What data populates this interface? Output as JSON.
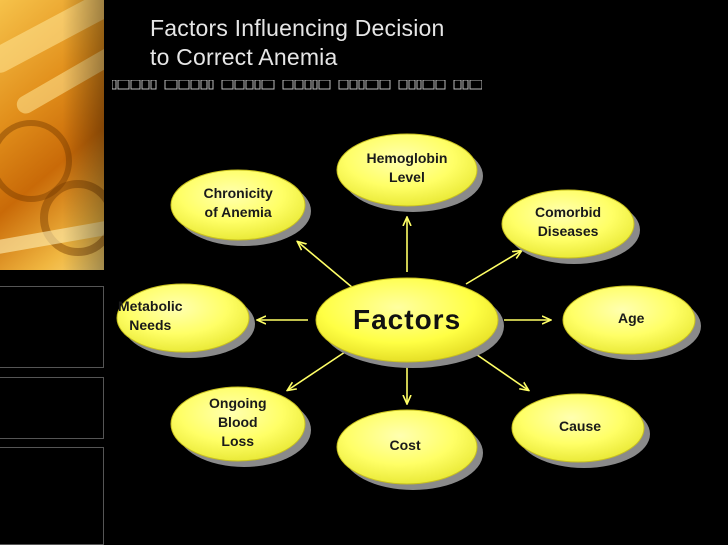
{
  "slide": {
    "title_line1": "Factors Influencing Decision",
    "title_line2": "to Correct Anemia"
  },
  "diagram": {
    "center": {
      "label": "Factors"
    },
    "nodes": [
      {
        "id": "hemoglobin",
        "lines": [
          "Hemoglobin",
          "Level"
        ]
      },
      {
        "id": "chronicity",
        "lines": [
          "Chronicity",
          "of Anemia"
        ]
      },
      {
        "id": "comorbid",
        "lines": [
          "Comorbid",
          "Diseases"
        ]
      },
      {
        "id": "metabolic",
        "lines": [
          "Metabolic",
          "Needs"
        ]
      },
      {
        "id": "age",
        "lines": [
          "Age"
        ]
      },
      {
        "id": "ongoing",
        "lines": [
          "Ongoing",
          "Blood",
          "Loss"
        ]
      },
      {
        "id": "cost",
        "lines": [
          "Cost"
        ]
      },
      {
        "id": "cause",
        "lines": [
          "Cause"
        ]
      }
    ]
  },
  "colors": {
    "background": "#000000",
    "ellipse_fill": "#ffff66",
    "ellipse_shadow": "#8a8a8a",
    "arrow": "#ffff66",
    "title_text": "#e6e6e6"
  }
}
